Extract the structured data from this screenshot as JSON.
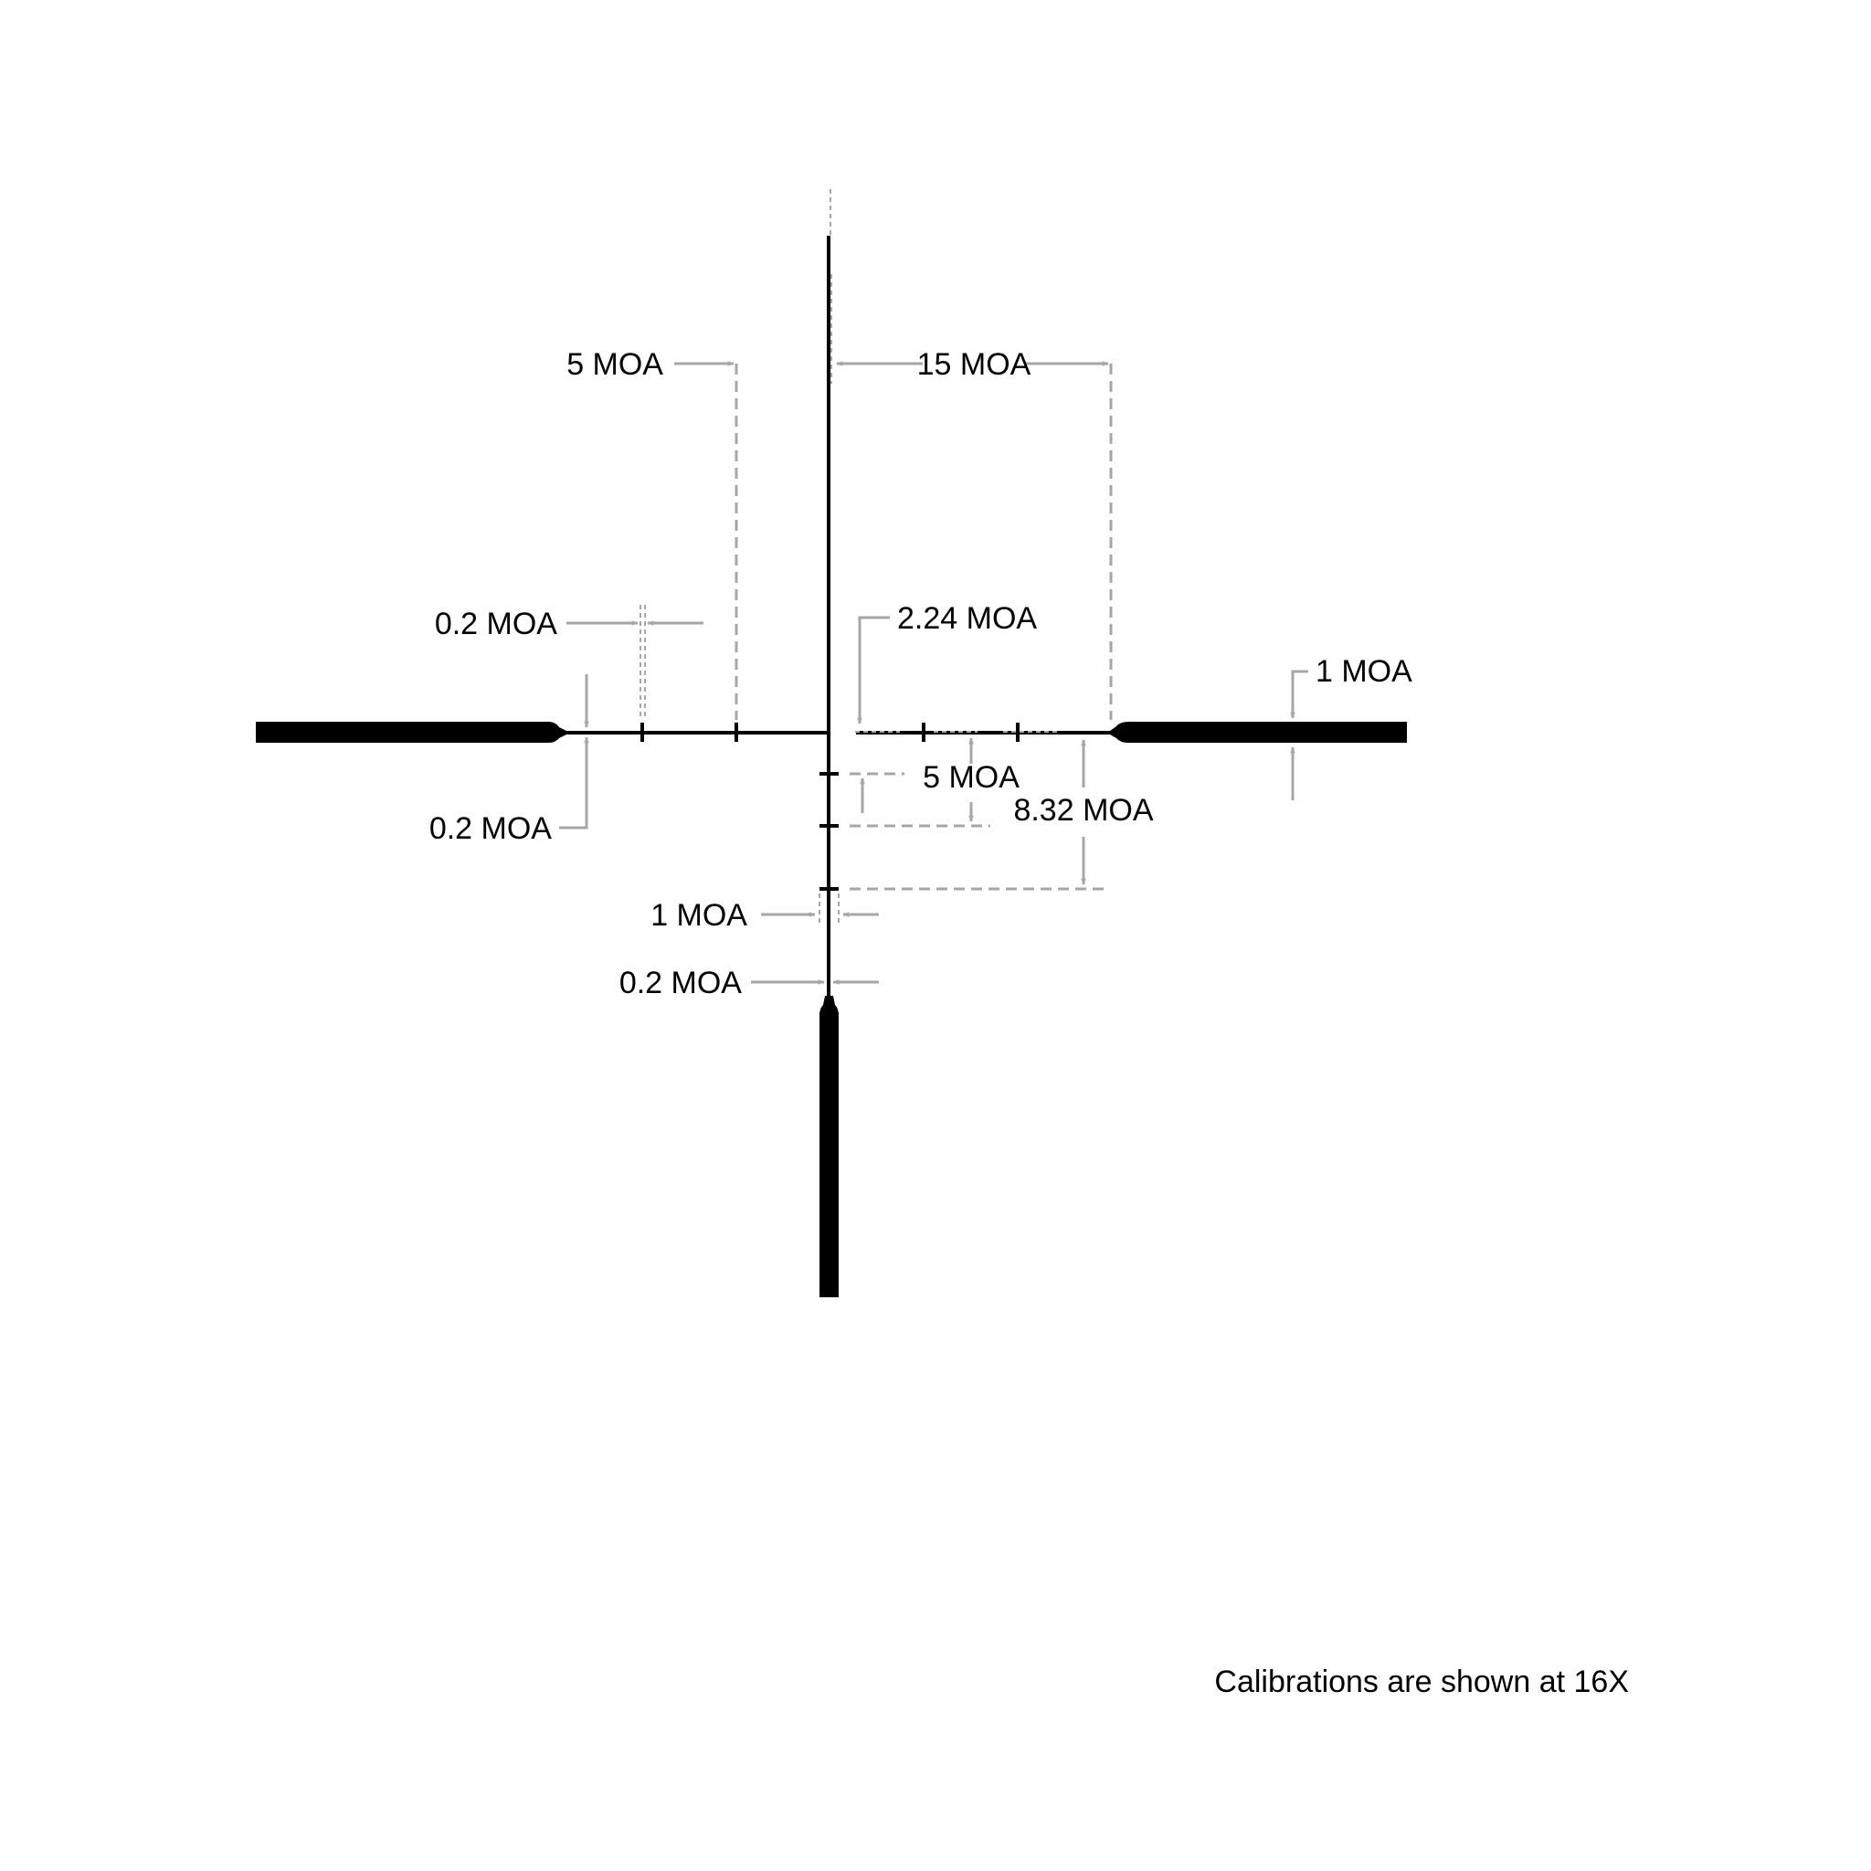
{
  "colors": {
    "reticle": "#000000",
    "dimension": "#a6a6a6",
    "background": "#ffffff"
  },
  "labels": {
    "top_left_spacing": "5 MOA",
    "top_right_width": "15 MOA",
    "tick_width": "0.2 MOA",
    "center_gap": "2.24 MOA",
    "post_thickness": "1 MOA",
    "line_thickness_h": "0.2 MOA",
    "vertical_spacing": "5 MOA",
    "post_offset": "8.32 MOA",
    "tick_length": "1 MOA",
    "line_thickness_v": "0.2 MOA"
  },
  "caption": "Calibrations are shown at 16X"
}
